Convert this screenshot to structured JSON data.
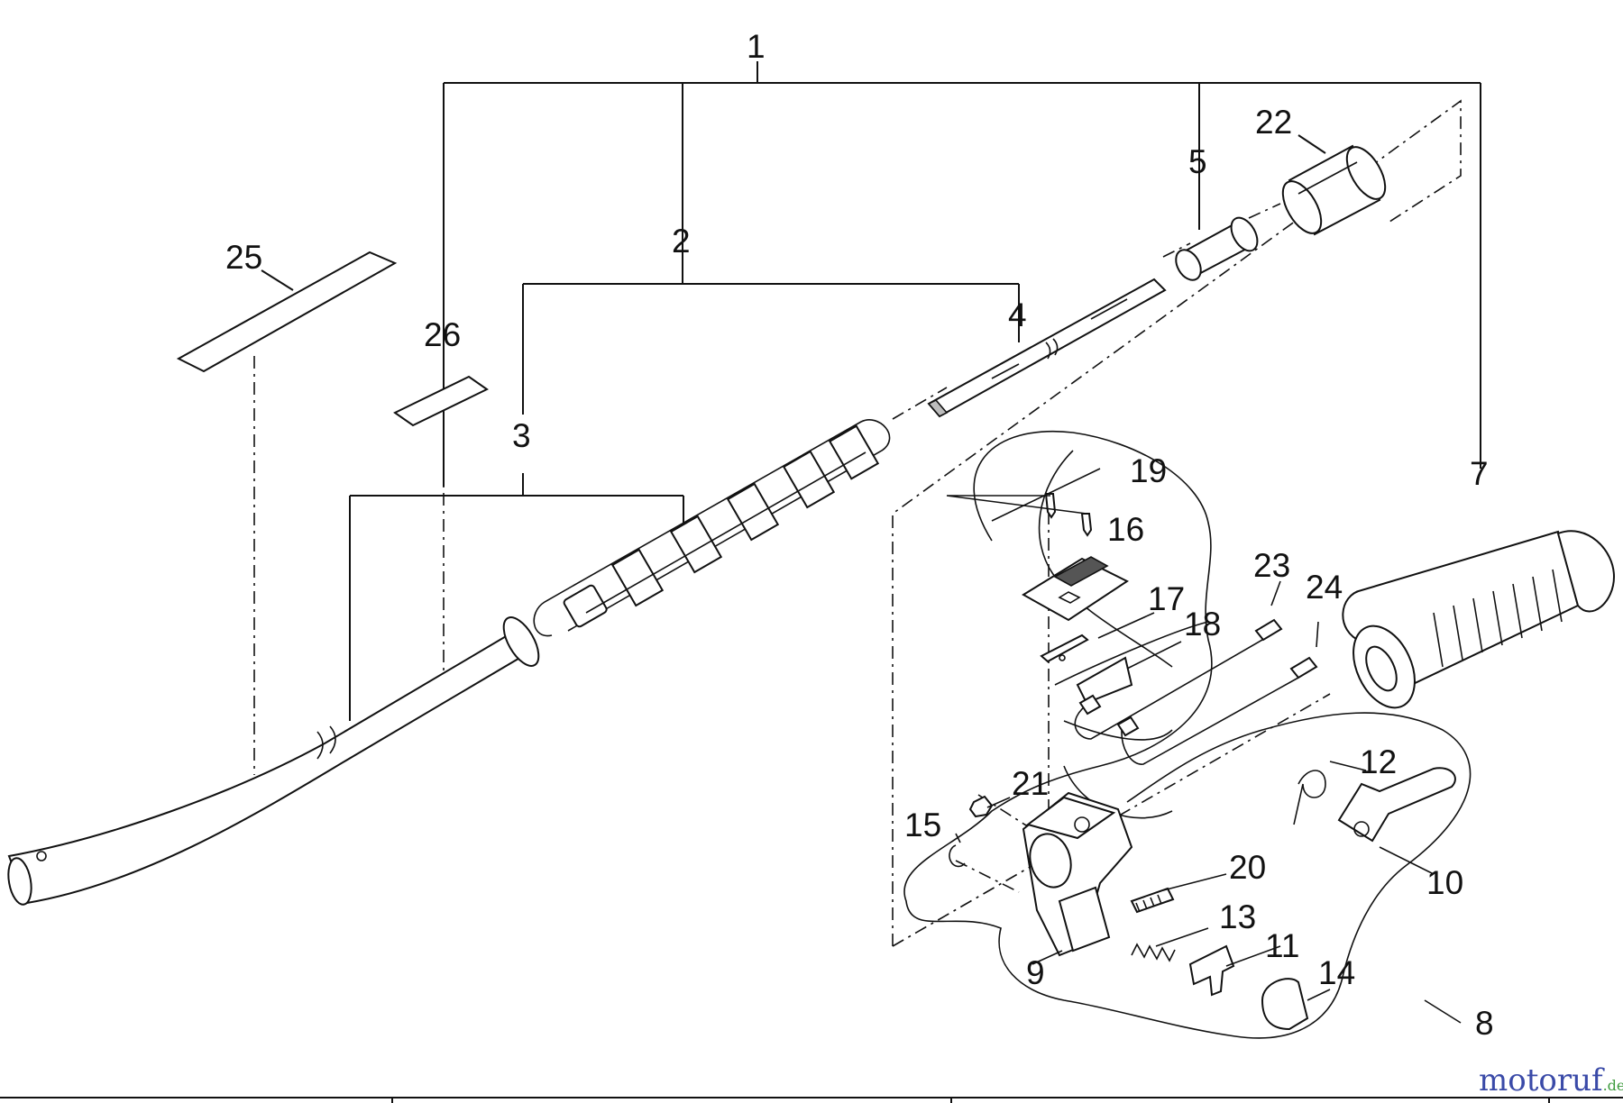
{
  "callouts": {
    "c1": "1",
    "c2": "2",
    "c3": "3",
    "c4": "4",
    "c5": "5",
    "c7": "7",
    "c8": "8",
    "c9": "9",
    "c10": "10",
    "c11": "11",
    "c12": "12",
    "c13": "13",
    "c14": "14",
    "c15": "15",
    "c16": "16",
    "c17": "17",
    "c18": "18",
    "c19": "19",
    "c20": "20",
    "c21": "21",
    "c22": "22",
    "c23": "23",
    "c24": "24",
    "c25": "25",
    "c26": "26"
  },
  "watermark": {
    "brand": "motoruf",
    "suffix": ".de"
  },
  "colors": {
    "ink": "#111111",
    "brand_blue": "#3a4aa8",
    "brand_orange": "#e58a1f",
    "brand_green": "#3d9b3d"
  }
}
